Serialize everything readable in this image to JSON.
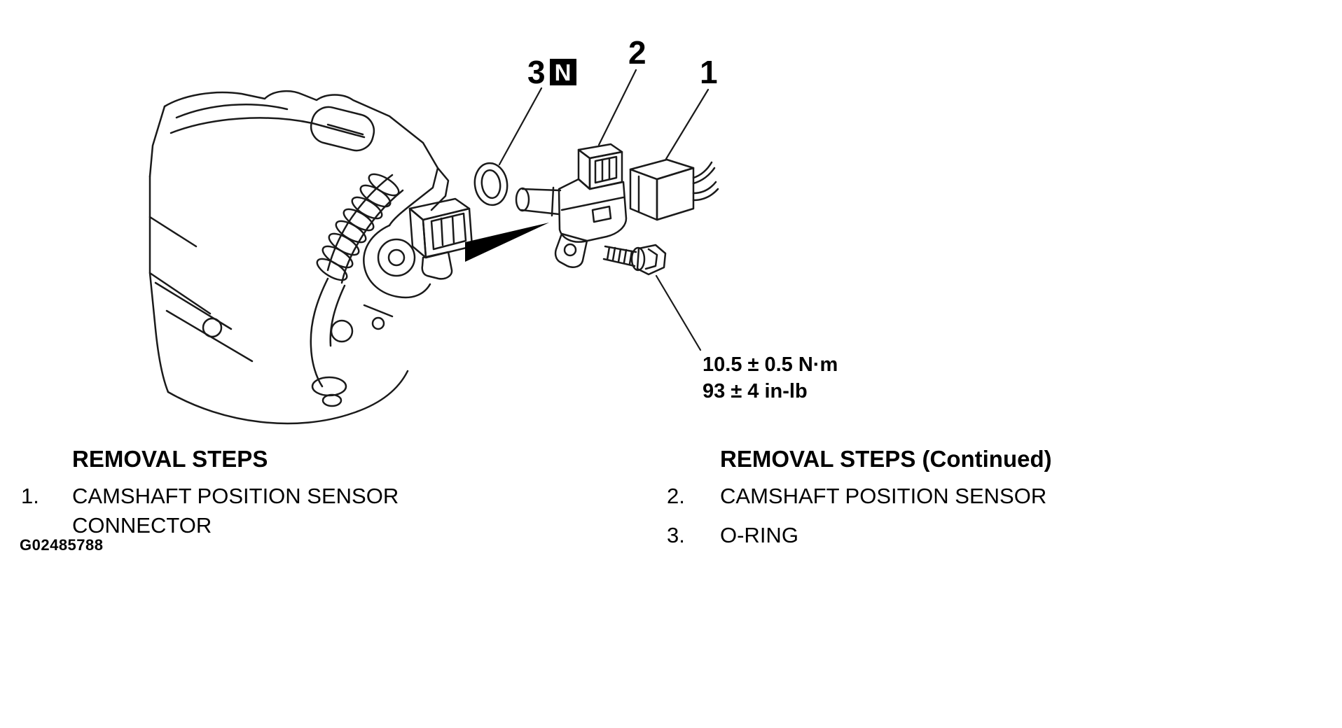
{
  "figure": {
    "id": "G02485788"
  },
  "callouts": {
    "item1": "1",
    "item2": "2",
    "item3": "3",
    "n_badge": "N"
  },
  "torque_note": {
    "line1": "10.5 ± 0.5 N·m",
    "line2": "93 ± 4 in-lb"
  },
  "legend_left": {
    "title": "REMOVAL STEPS",
    "items": [
      {
        "num": "1.",
        "label": "CAMSHAFT POSITION SENSOR CONNECTOR"
      }
    ]
  },
  "legend_right": {
    "title": "REMOVAL STEPS (Continued)",
    "items": [
      {
        "num": "2.",
        "label": "CAMSHAFT POSITION SENSOR"
      },
      {
        "num": "3.",
        "label": "O-RING"
      }
    ]
  },
  "colors": {
    "line": "#1a1a1a",
    "background": "#ffffff",
    "badge_bg": "#000000",
    "badge_fg": "#ffffff"
  }
}
